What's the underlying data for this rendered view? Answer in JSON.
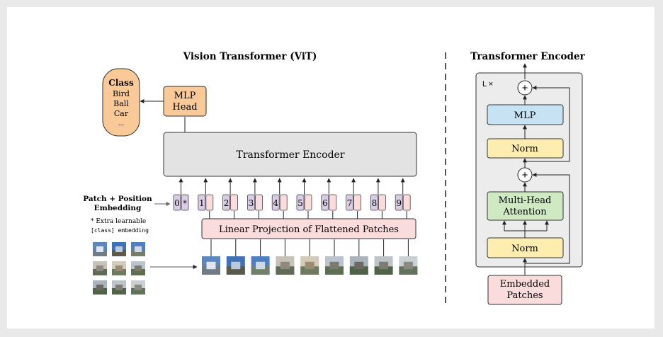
{
  "vit": {
    "title": "Vision Transformer (ViT)",
    "class_box": {
      "heading": "Class",
      "items": [
        "Bird",
        "Ball",
        "Car",
        "..."
      ]
    },
    "mlp_head": [
      "MLP",
      "Head"
    ],
    "encoder_label": "Transformer Encoder",
    "embedding_label": [
      "Patch + Position",
      "Embedding"
    ],
    "extra_note": [
      "* Extra learnable",
      "[class] embedding"
    ],
    "linear_projection": "Linear Projection of Flattened Patches",
    "tokens": [
      "0",
      "1",
      "2",
      "3",
      "4",
      "5",
      "6",
      "7",
      "8",
      "9"
    ],
    "class_token_marker": "*"
  },
  "encoder_detail": {
    "title": "Transformer Encoder",
    "repeat_label": "L ×",
    "mlp": "MLP",
    "norm_top": "Norm",
    "add_symbol": "+",
    "attention": [
      "Multi-Head",
      "Attention"
    ],
    "norm_bottom": "Norm",
    "embedded_patches": [
      "Embedded",
      "Patches"
    ]
  },
  "colors": {
    "class_fill": "#f9c998",
    "mlp_head_fill": "#f9c998",
    "encoder_fill": "#e3e3e3",
    "linear_fill": "#fbdcdc",
    "pos_fill": "#d9cce6",
    "patch_fill": "#fbdcdc",
    "mlp_fill": "#c7e3f3",
    "norm_fill": "#fdeeb0",
    "attention_fill": "#cfe9c3",
    "embedded_fill": "#fbdcdc",
    "block_bg": "#ececec"
  }
}
